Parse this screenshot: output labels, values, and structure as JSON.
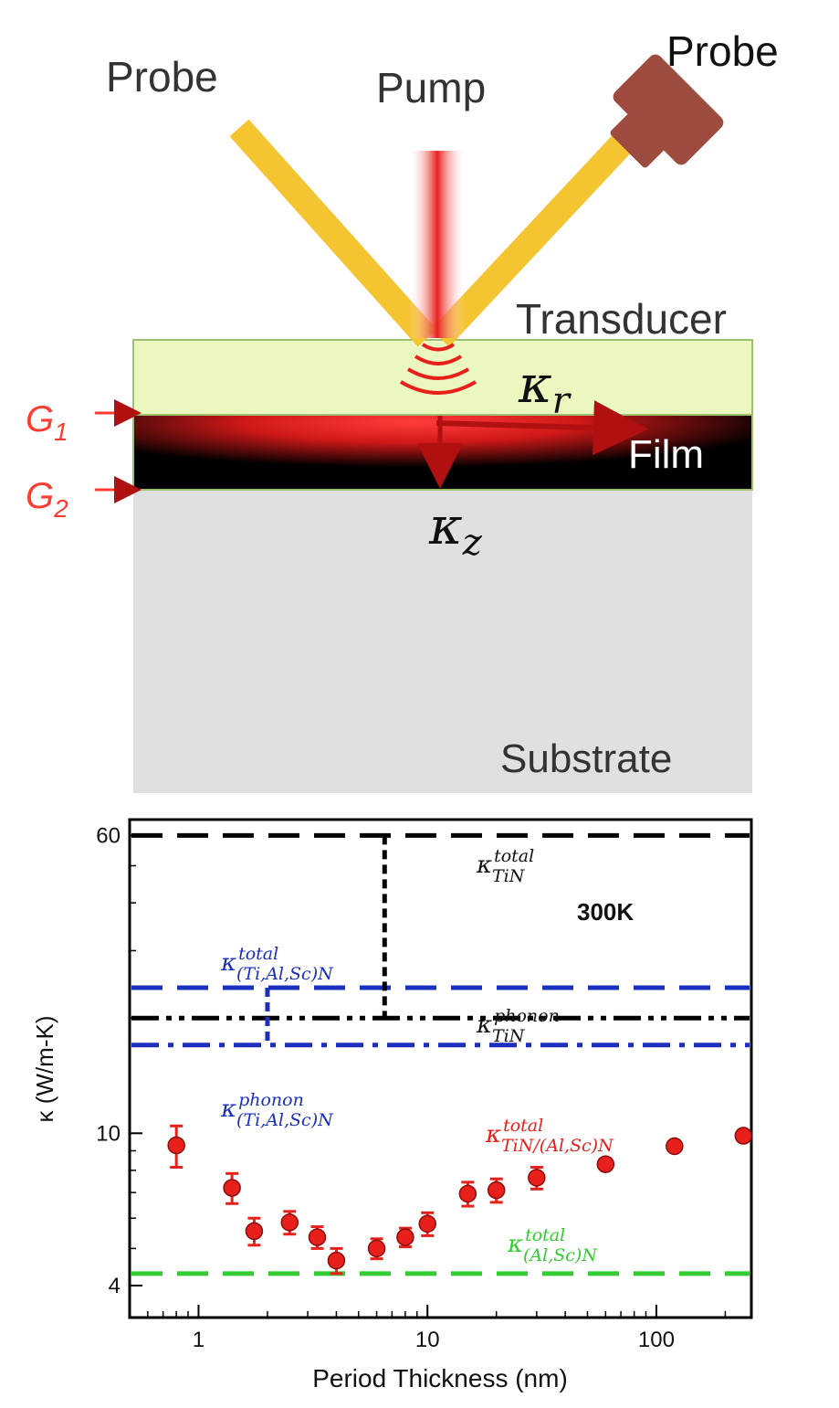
{
  "schematic": {
    "probe_left": "Probe",
    "pump": "Pump",
    "probe_right": "Probe",
    "transducer": "Transducer",
    "film": "Film",
    "substrate": "Substrate",
    "g1": "G",
    "g1_sub": "1",
    "g2": "G",
    "g2_sub": "2",
    "kappa_r": "κ",
    "kappa_r_sub": "r",
    "kappa_z": "κ",
    "kappa_z_sub": "z",
    "colors": {
      "probe_beam": "#f5c431",
      "pump_beam": "#e8201c",
      "transducer": "#eaf7bf",
      "substrate": "#e0e0e0",
      "probe_detector": "#9e4b3f",
      "interface_label": "#ff3b30"
    }
  },
  "chart_data": {
    "type": "scatter",
    "xlabel": "Period Thickness (nm)",
    "ylabel": "κ (W/m-K)",
    "xscale": "log",
    "yscale": "log",
    "xlim": [
      0.5,
      260
    ],
    "ylim": [
      3.3,
      66
    ],
    "xticks": [
      1,
      10,
      100
    ],
    "xtick_labels": [
      "1",
      "10",
      "100"
    ],
    "yticks": [
      4,
      10,
      60
    ],
    "ytick_labels": [
      "4",
      "10",
      "60"
    ],
    "grid": false,
    "annotation_temp": "300K",
    "series": [
      {
        "name": "κ total TiN/(Al,Sc)N",
        "color": "#e8201c",
        "x": [
          0.8,
          1.4,
          1.75,
          2.5,
          3.3,
          4.0,
          6.0,
          8.0,
          10.0,
          15.0,
          20.0,
          30.0,
          60.0,
          120.0,
          240.0
        ],
        "y": [
          9.3,
          7.2,
          5.55,
          5.85,
          5.35,
          4.65,
          5.0,
          5.35,
          5.8,
          6.95,
          7.1,
          7.65,
          8.3,
          9.25,
          9.85
        ],
        "yerr": [
          1.15,
          0.65,
          0.45,
          0.4,
          0.35,
          0.35,
          0.3,
          0.3,
          0.4,
          0.5,
          0.5,
          0.5,
          0.15,
          0.15,
          0.1
        ]
      }
    ],
    "reference_lines": [
      {
        "name": "TiN total",
        "y": 60,
        "color": "#000000",
        "style": "dash"
      },
      {
        "name": "TiN phonon",
        "y": 20,
        "color": "#000000",
        "style": "dashdotdot"
      },
      {
        "name": "(Ti,Al,Sc)N total",
        "y": 24,
        "color": "#1a2fbf",
        "style": "dash"
      },
      {
        "name": "(Ti,Al,Sc)N phonon",
        "y": 17,
        "color": "#1a2fbf",
        "style": "dashdot"
      },
      {
        "name": "(Al,Sc)N total",
        "y": 4.3,
        "color": "#33cc33",
        "style": "dash"
      }
    ],
    "vertical_lines": [
      {
        "x": 6.5,
        "y_from": 20,
        "y_to": 60,
        "color": "#000000"
      },
      {
        "x": 2.0,
        "y_from": 17,
        "y_to": 24,
        "color": "#1a2fbf"
      }
    ],
    "labels": [
      {
        "base": "κ",
        "sup": "total",
        "sub": "TiN",
        "color": "#111111"
      },
      {
        "base": "κ",
        "sup": "total",
        "sub": "(Ti,Al,Sc)N",
        "color": "#1a2fbf"
      },
      {
        "base": "κ",
        "sup": "phonon",
        "sub": "TiN",
        "color": "#111111"
      },
      {
        "base": "κ",
        "sup": "phonon",
        "sub": "(Ti,Al,Sc)N",
        "color": "#1a2fbf"
      },
      {
        "base": "κ",
        "sup": "total",
        "sub": "TiN/(Al,Sc)N",
        "color": "#e8201c"
      },
      {
        "base": "κ",
        "sup": "total",
        "sub": "(Al,Sc)N",
        "color": "#33cc33"
      }
    ]
  }
}
